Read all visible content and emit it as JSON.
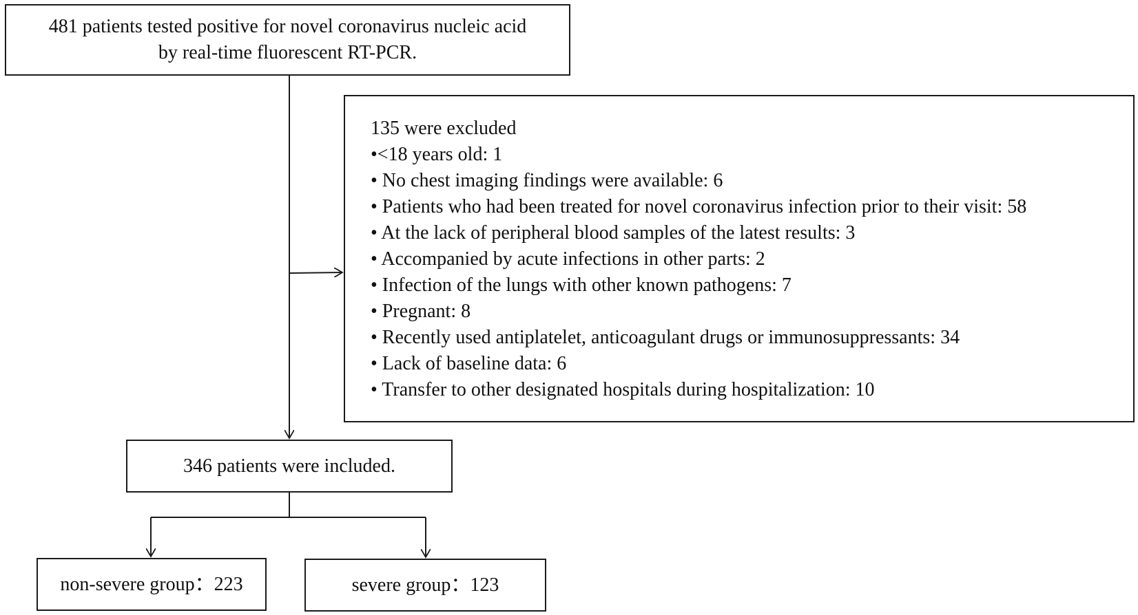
{
  "flowchart": {
    "start_box": {
      "lines": [
        "481 patients tested positive for novel coronavirus nucleic acid",
        "by real-time fluorescent RT-PCR."
      ]
    },
    "exclusion_box": {
      "title": "135 were excluded",
      "items": [
        "•<18 years old: 1",
        "• No chest imaging findings were available: 6",
        "• Patients who had been treated for novel coronavirus infection prior to their visit: 58",
        "• At the lack of peripheral blood samples of the latest results: 3",
        "• Accompanied by acute infections in other parts: 2",
        "• Infection of the lungs with other known pathogens: 7",
        "• Pregnant: 8",
        "• Recently used antiplatelet, anticoagulant drugs or immunosuppressants: 34",
        "• Lack of baseline data: 6",
        "• Transfer to other designated hospitals during hospitalization: 10"
      ]
    },
    "included_box": {
      "text": "346 patients were included."
    },
    "nonsevere_box": {
      "text": "non-severe group：223"
    },
    "severe_box": {
      "text": "severe group：123"
    },
    "colors": {
      "line": "#1a1a1a",
      "background": "#ffffff",
      "text": "#111111"
    }
  }
}
